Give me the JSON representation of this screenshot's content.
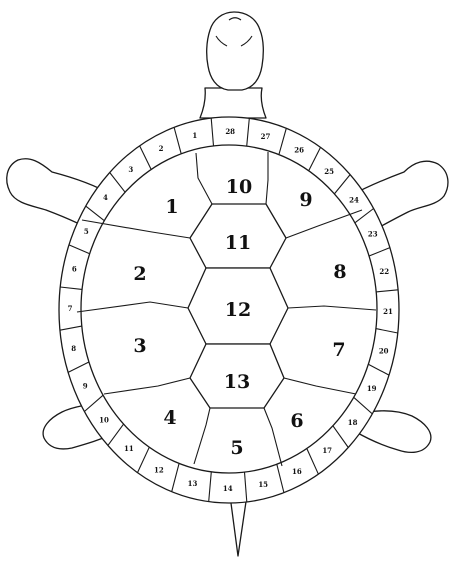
{
  "labels": {
    "scutes": [
      "1",
      "2",
      "3",
      "4",
      "5",
      "6",
      "7",
      "8",
      "9",
      "10",
      "11",
      "12",
      "13"
    ],
    "marginals": [
      "1",
      "2",
      "3",
      "4",
      "5",
      "6",
      "7",
      "8",
      "9",
      "10",
      "11",
      "12",
      "13",
      "14",
      "15",
      "16",
      "17",
      "18",
      "19",
      "20",
      "21",
      "22",
      "23",
      "24",
      "25",
      "26",
      "27",
      "28"
    ]
  }
}
